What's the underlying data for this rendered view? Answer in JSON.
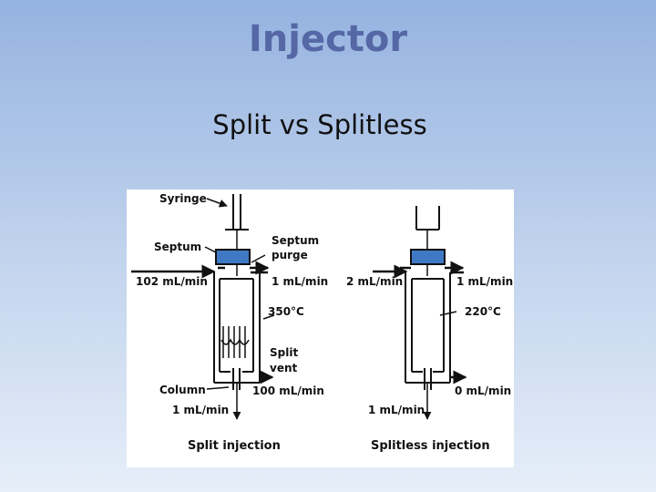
{
  "slide": {
    "title": "Injector",
    "subtitle": "Split vs Splitless"
  },
  "diagram": {
    "split": {
      "labels": {
        "syringe": "Syringe",
        "septum": "Septum",
        "septum_purge_1": "Septum",
        "septum_purge_2": "purge",
        "carrier_in": "102 mL/min",
        "purge_flow": "1 mL/min",
        "temperature": "350°C",
        "split_vent_1": "Split",
        "split_vent_2": "vent",
        "column": "Column",
        "vent_flow": "100 mL/min",
        "column_flow": "1 mL/min",
        "caption": "Split injection"
      }
    },
    "splitless": {
      "labels": {
        "carrier_in": "2 mL/min",
        "purge_flow": "1 mL/min",
        "temperature": "220°C",
        "vent_flow": "0 mL/min",
        "column_flow": "1 mL/min",
        "caption": "Splitless injection"
      }
    },
    "colors": {
      "septum": "#3f79c6",
      "line": "#111111"
    }
  }
}
